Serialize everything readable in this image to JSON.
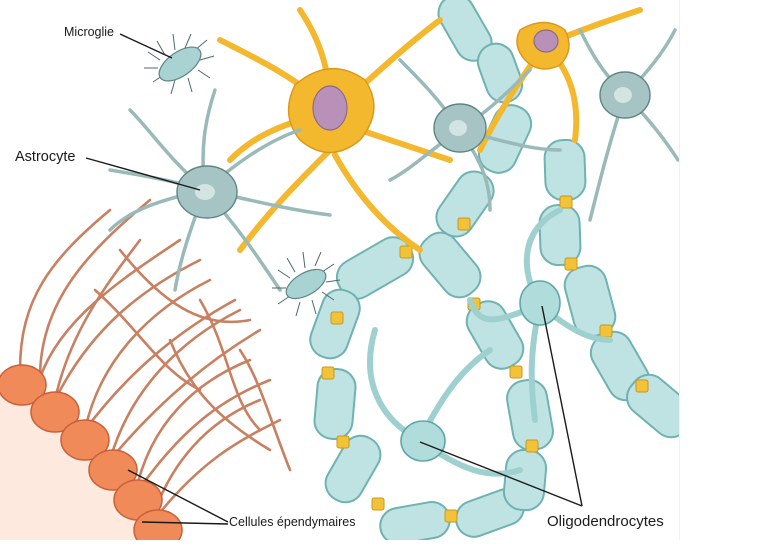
{
  "labels": {
    "microglie": "Microglie",
    "astrocyte": "Astrocyte",
    "ependymaires": "Cellules épendymaires",
    "oligodendrocytes": "Oligodendrocytes"
  },
  "colors": {
    "neuron": "#f4b82e",
    "neuron_nucleus": "#b991b8",
    "astrocyte": "#9ab9b9",
    "astrocyte_dark": "#5e8585",
    "myelin": "#bfe3e3",
    "myelin_dark": "#6fb2b2",
    "node": "#f2c23a",
    "ependymal": "#f08a58",
    "ependymal_nucleus": "#ee7a42",
    "ependymal_process": "#c98060",
    "tissue": "#fde9dd",
    "microglia": "#a9d2d2"
  }
}
